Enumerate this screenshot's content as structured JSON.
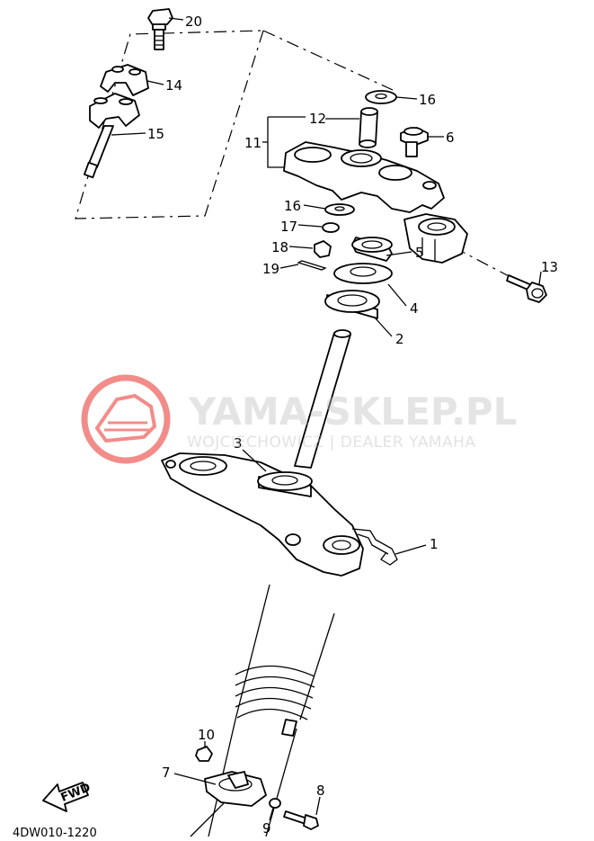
{
  "diagram": {
    "code": "4DW010-1220",
    "fwd_label": "FWD",
    "callouts": {
      "c1": "1",
      "c2": "2",
      "c3": "3",
      "c4": "4",
      "c5": "5",
      "c6": "6",
      "c7": "7",
      "c8": "8",
      "c9": "9",
      "c10": "10",
      "c11": "11",
      "c12": "12",
      "c13": "13",
      "c14": "14",
      "c15": "15",
      "c16a": "16",
      "c16b": "16",
      "c17": "17",
      "c18": "18",
      "c19": "19",
      "c20": "20"
    }
  },
  "watermark": {
    "title": "YAMA-SKLEP.PL",
    "subtitle": "WOJCIECHOWICZ | DEALER YAMAHA",
    "logo_color": "#e8302a",
    "text_color": "#bdbdbd"
  }
}
